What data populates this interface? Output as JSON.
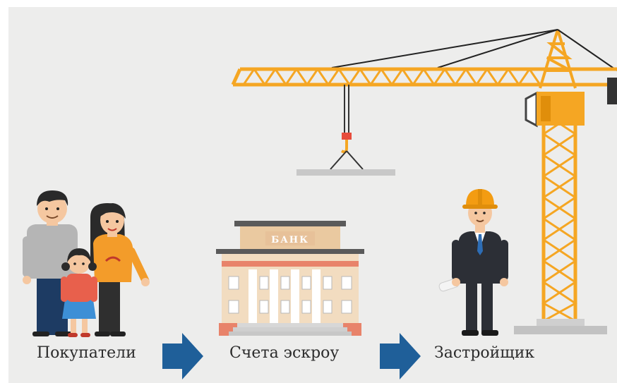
{
  "labels": {
    "buyers": "Покупатели",
    "escrow": "Счета эскроу",
    "developer": "Застройщик"
  },
  "bank_sign": "БАНК",
  "colors": {
    "background": "#ededec",
    "crane": "#f5a623",
    "arrow": "#1f5f99",
    "bank_wall": "#f2dcc0",
    "bank_roof": "#6b6b6b",
    "bank_base": "#e8836a",
    "suit": "#2c2f36",
    "helmet": "#f39c12"
  },
  "icons": [
    "family-icon",
    "bank-building-icon",
    "builder-icon",
    "crane-icon",
    "flow-arrow-icon"
  ]
}
